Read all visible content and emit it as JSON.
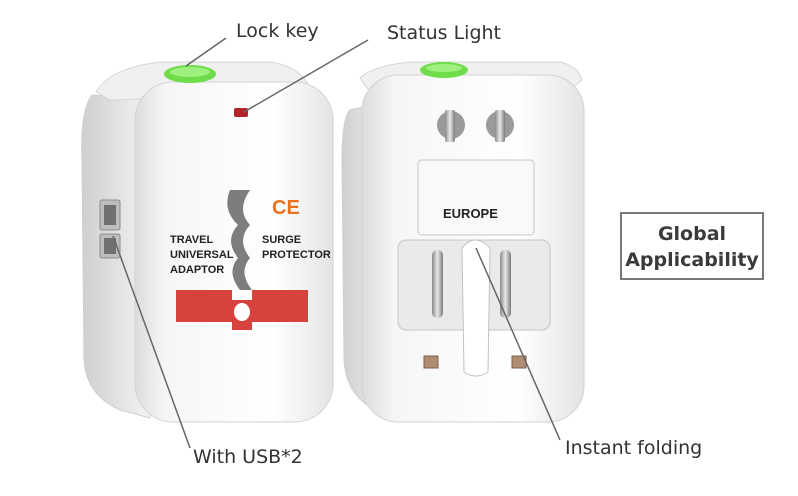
{
  "callouts": {
    "lock_key": "Lock key",
    "status_light": "Status Light",
    "usb": "With USB*2",
    "instant_folding": "Instant folding"
  },
  "badge": {
    "line1": "Global",
    "line2": "Applicability"
  },
  "adapter_front": {
    "label_left": [
      "TRAVEL",
      "UNIVERSAL",
      "ADAPTOR"
    ],
    "label_right": [
      "SURGE",
      "PROTECTOR"
    ],
    "ce_mark": "CE"
  },
  "adapter_back": {
    "slider_label": "EUROPE"
  },
  "colors": {
    "lock_key": "#6fdc4a",
    "socket_red": "#d8423e",
    "ce_orange": "#e8731e",
    "leader_line": "#666666",
    "body_white": "#f7f7f7"
  }
}
